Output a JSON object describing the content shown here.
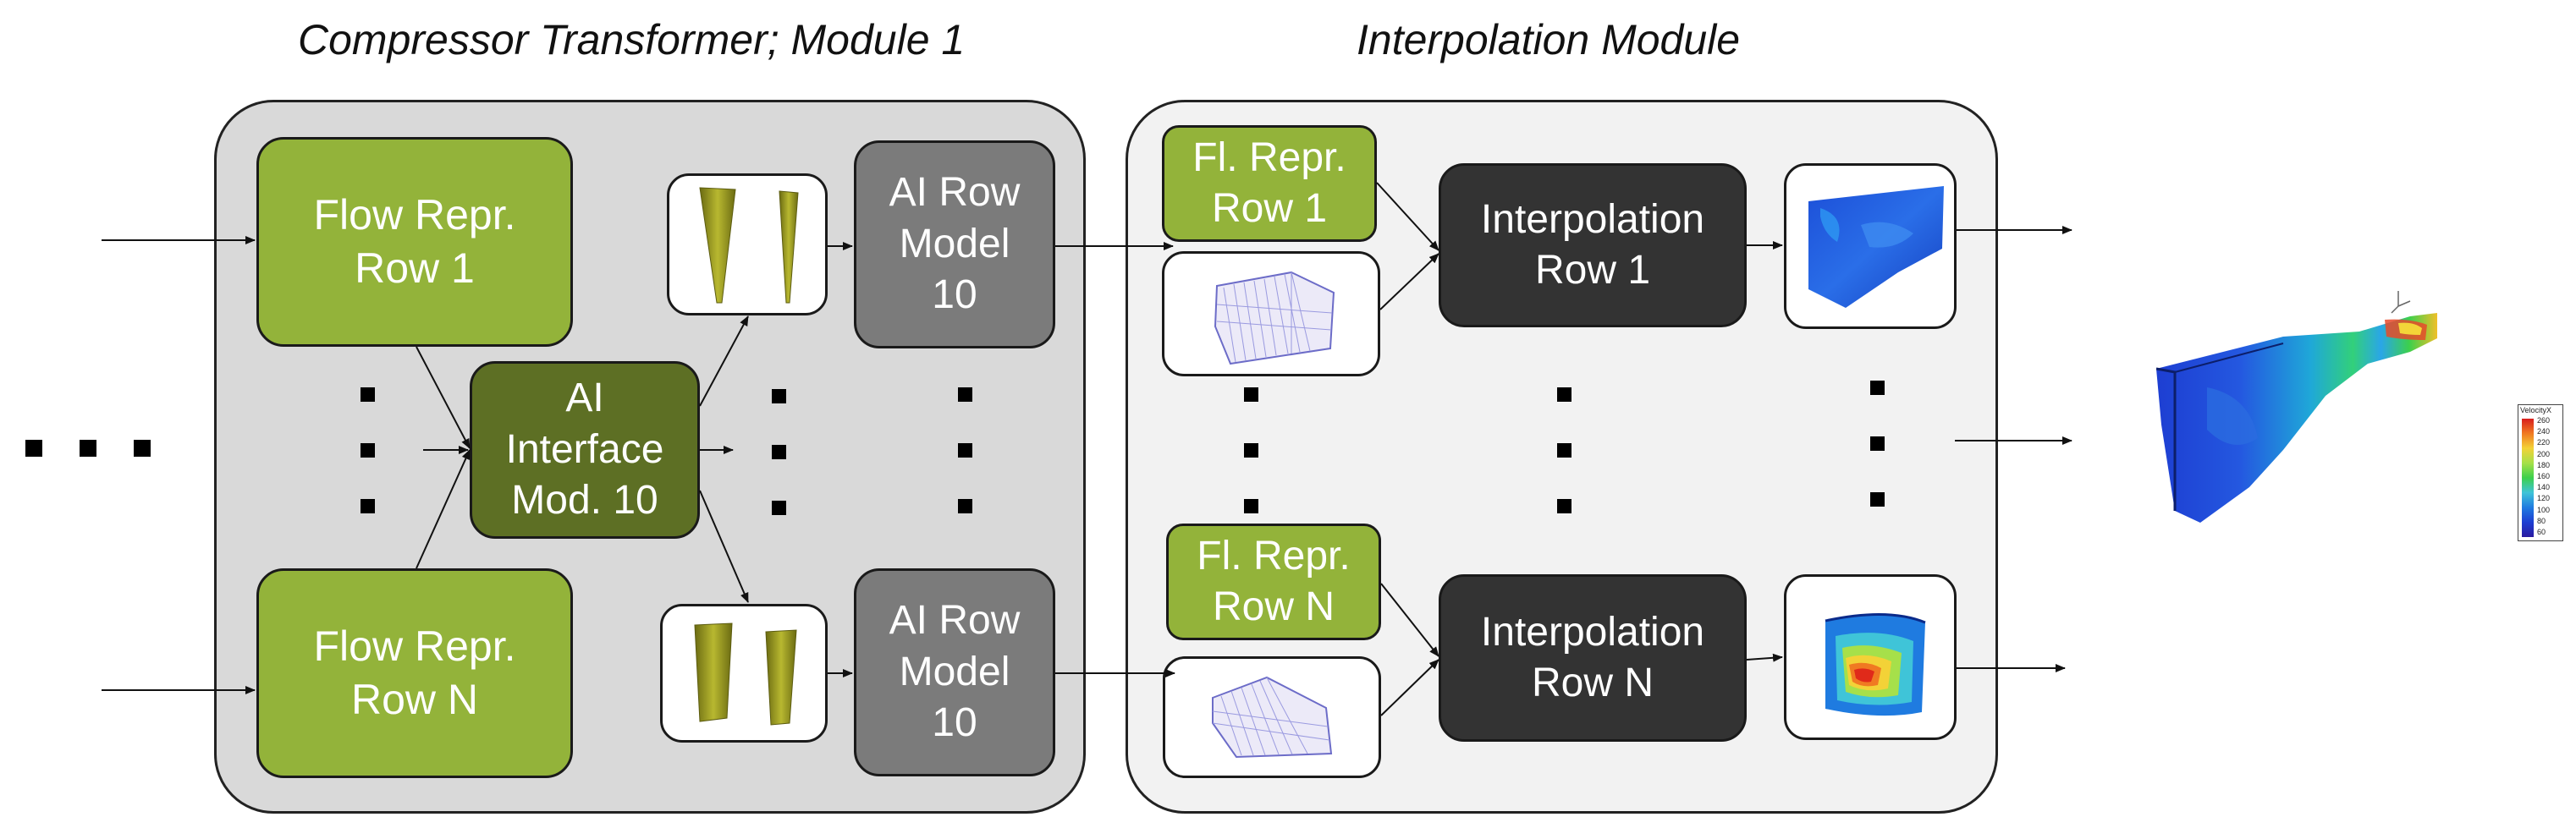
{
  "titles": {
    "module1": "Compressor Transformer; Module 1",
    "interpolation": "Interpolation Module"
  },
  "module1": {
    "flow_row1": "Flow Repr.\nRow 1",
    "flow_rowN": "Flow Repr.\nRow N",
    "interface": "AI\nInterface\nMod. 10",
    "row_model_top": "AI Row\nModel\n10",
    "row_model_bottom": "AI Row\nModel\n10"
  },
  "interpolation": {
    "fl_row1": "Fl. Repr.\nRow 1",
    "fl_rowN": "Fl. Repr.\nRow N",
    "interp_row1": "Interpolation\nRow 1",
    "interp_rowN": "Interpolation\nRow N"
  },
  "legend": {
    "title": "VelocityX",
    "values": [
      "260",
      "240",
      "220",
      "200",
      "180",
      "160",
      "140",
      "120",
      "100",
      "80",
      "60"
    ]
  },
  "colors": {
    "flow_green": "#93b33a",
    "interface_green": "#5d6f24",
    "row_model_gray": "#7b7b7b",
    "interp_dark": "#333333",
    "panel1_bg": "#d9d9d9",
    "panel2_bg": "#f2f2f2"
  }
}
